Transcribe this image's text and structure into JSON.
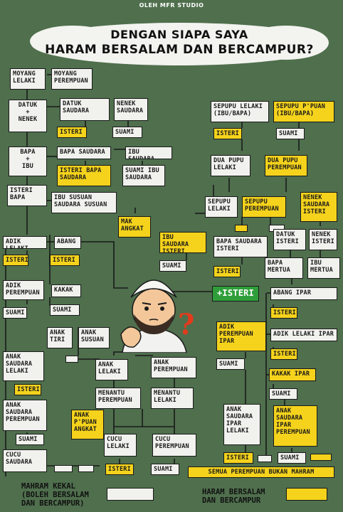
{
  "credit": "OLEH MFR STUDIO",
  "title": {
    "line1": "DENGAN SIAPA SAYA",
    "line2": "HARAM BERSALAM DAN BERCAMPUR?"
  },
  "nodes": {
    "moyang_lelaki": "MOYANG\nLELAKI",
    "moyang_perempuan": "MOYANG\nPEREMPUAN",
    "datuk_nenek": "DATUK\n+\nNENEK",
    "datuk_saudara": "DATUK\nSAUDARA",
    "nenek_saudara": "NENEK\nSAUDARA",
    "isteri_datuk_saudara": "ISTERI",
    "suami_nenek_saudara": "SUAMI",
    "bapa_ibu": "BAPA\n+\nIBU",
    "bapa_saudara": "BAPA SAUDARA",
    "ibu_saudara": "IBU SAUDARA",
    "isteri_bapa_saudara": "ISTERI BAPA\nSAUDARA",
    "suami_ibu_saudara": "SUAMI IBU\nSAUDARA",
    "isteri_bapa": "ISTERI\nBAPA",
    "ibu_susuan": "IBU SUSUAN\nSAUDARA SUSUAN",
    "mak_angkat": "MAK\nANGKAT",
    "adik_lelaki": "ADIK LELAKI",
    "abang": "ABANG",
    "isteri_adik_lelaki": "ISTERI",
    "isteri_abang": "ISTERI",
    "adik_perempuan": "ADIK\nPEREMPUAN",
    "kakak": "KAKAK",
    "suami_adik_perempuan": "SUAMI",
    "suami_kakak": "SUAMI",
    "anak_tiri": "ANAK\nTIRI",
    "anak_susuan": "ANAK\nSUSUAN",
    "anak_saudara_lelaki": "ANAK\nSAUDARA\nLELAKI",
    "isteri_anak_saudara": "ISTERI",
    "anak_saudara_perempuan": "ANAK\nSAUDARA\nPEREMPUAN",
    "suami_anak_saudara": "SUAMI",
    "anak_lelaki": "ANAK\nLELAKI",
    "anak_perempuan": "ANAK\nPEREMPUAN",
    "menantu_perempuan": "MENANTU\nPEREMPUAN",
    "menantu_lelaki": "MENANTU\nLELAKI",
    "anak_angkat": "ANAK\nP'PUAN\nANGKAT",
    "cucu_lelaki": "CUCU\nLELAKI",
    "cucu_perempuan": "CUCU\nPEREMPUAN",
    "cucu_saudara": "CUCU\nSAUDARA",
    "isteri_cucu": "ISTERI",
    "suami_cucu": "SUAMI",
    "sepupu_lelaki": "SEPUPU LELAKI\n(IBU/BAPA)",
    "sepupu_ppuan": "SEPUPU P'PUAN\n(IBU/BAPA)",
    "isteri_sepupu": "ISTERI",
    "suami_sepupu": "SUAMI",
    "dua_pupu_lelaki": "DUA PUPU\nLELAKI",
    "dua_pupu_perempuan": "DUA PUPU\nPEREMPUAN",
    "sepupu_lelaki_2": "SEPUPU\nLELAKI",
    "sepupu_perempuan_2": "SEPUPU\nPEREMPUAN",
    "nenek_saudara_isteri": "NENEK\nSAUDARA\nISTERI",
    "ibu_saudara_isteri": "IBU SAUDARA\nISTERI",
    "bapa_saudara_isteri": "BAPA SAUDARA\nISTERI",
    "suami_ibu_saudara_isteri": "SUAMI",
    "isteri_bapa_saudara_isteri": "ISTERI",
    "datuk_isteri": "DATUK\nISTERI",
    "nenek_isteri": "NENEK\nISTERI",
    "bapa_mertua": "BAPA\nMERTUA",
    "ibu_mertua": "IBU\nMERTUA",
    "isteri_center": "+ISTERI",
    "abang_ipar": "ABANG IPAR",
    "isteri_abang_ipar": "ISTERI",
    "adik_perempuan_ipar": "ADIK\nPEREMPUAN\nIPAR",
    "suami_adik_ipar": "SUAMI",
    "adik_lelaki_ipar": "ADIK LELAKI IPAR",
    "isteri_adik_lelaki_ipar": "ISTERI",
    "kakak_ipar": "KAKAK IPAR",
    "suami_kakak_ipar": "SUAMI",
    "anak_saudara_ipar_lelaki": "ANAK\nSAUDARA\nIPAR\nLELAKI",
    "anak_saudara_ipar_perempuan": "ANAK\nSAUDARA\nIPAR\nPEREMPUAN",
    "isteri_anak_saudara_ipar": "ISTERI",
    "suami_anak_saudara_ipar": "SUAMI",
    "semua_perempuan": "SEMUA PEREMPUAN BUKAN MAHRAM"
  },
  "legend": {
    "mahram_kekal": "MAHRAM KEKAL\n(BOLEH BERSALAM\nDAN BERCAMPUR)",
    "haram": "HARAM BERSALAM\nDAN BERCAMPUR"
  },
  "colors": {
    "background": "#4f6f4d",
    "mahram_box": "#f1f1ee",
    "haram_box": "#f5d31c",
    "self_box": "#2f9e3a",
    "question_mark": "#e23b1c"
  },
  "icons": {
    "character": "thinking-man-with-kopiah-icon",
    "question": "question-mark-icon"
  }
}
